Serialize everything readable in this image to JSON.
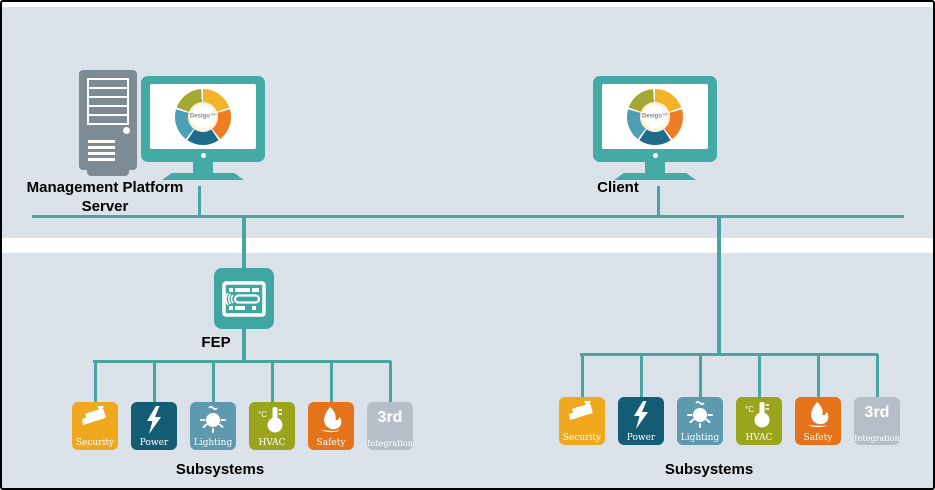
{
  "nodes": {
    "server": {
      "label_line1": "Management Platform",
      "label_line2": "Server"
    },
    "client": {
      "label": "Client"
    },
    "fep": {
      "label": "FEP"
    },
    "monitor_screen_label": "Desigo™"
  },
  "subsystems": {
    "left_group_label": "Subsystems",
    "right_group_label": "Subsystems",
    "items": [
      {
        "id": "security",
        "label": "Security",
        "color": "#f0a81e"
      },
      {
        "id": "power",
        "label": "Power",
        "color": "#135c73"
      },
      {
        "id": "lighting",
        "label": "Lighting",
        "color": "#5e99b0"
      },
      {
        "id": "hvac",
        "label": "HVAC",
        "color": "#9aa41c"
      },
      {
        "id": "safety",
        "label": "Safety",
        "color": "#e4731c"
      },
      {
        "id": "third_party",
        "big_label": "3rd",
        "label": "Integration",
        "color": "#b6bfc8"
      }
    ]
  },
  "colors": {
    "background": "#dbe2ea",
    "separator_band": "#ffffff",
    "network_line_teal": "#49a5a1",
    "device_teal": "#43aaa6",
    "server_gray": "#7d8b95",
    "caption_black": "#000000",
    "donut_segments": [
      "#f2b229",
      "#ee7d23",
      "#1f6b8c",
      "#4f9fb4",
      "#a2a832"
    ]
  }
}
